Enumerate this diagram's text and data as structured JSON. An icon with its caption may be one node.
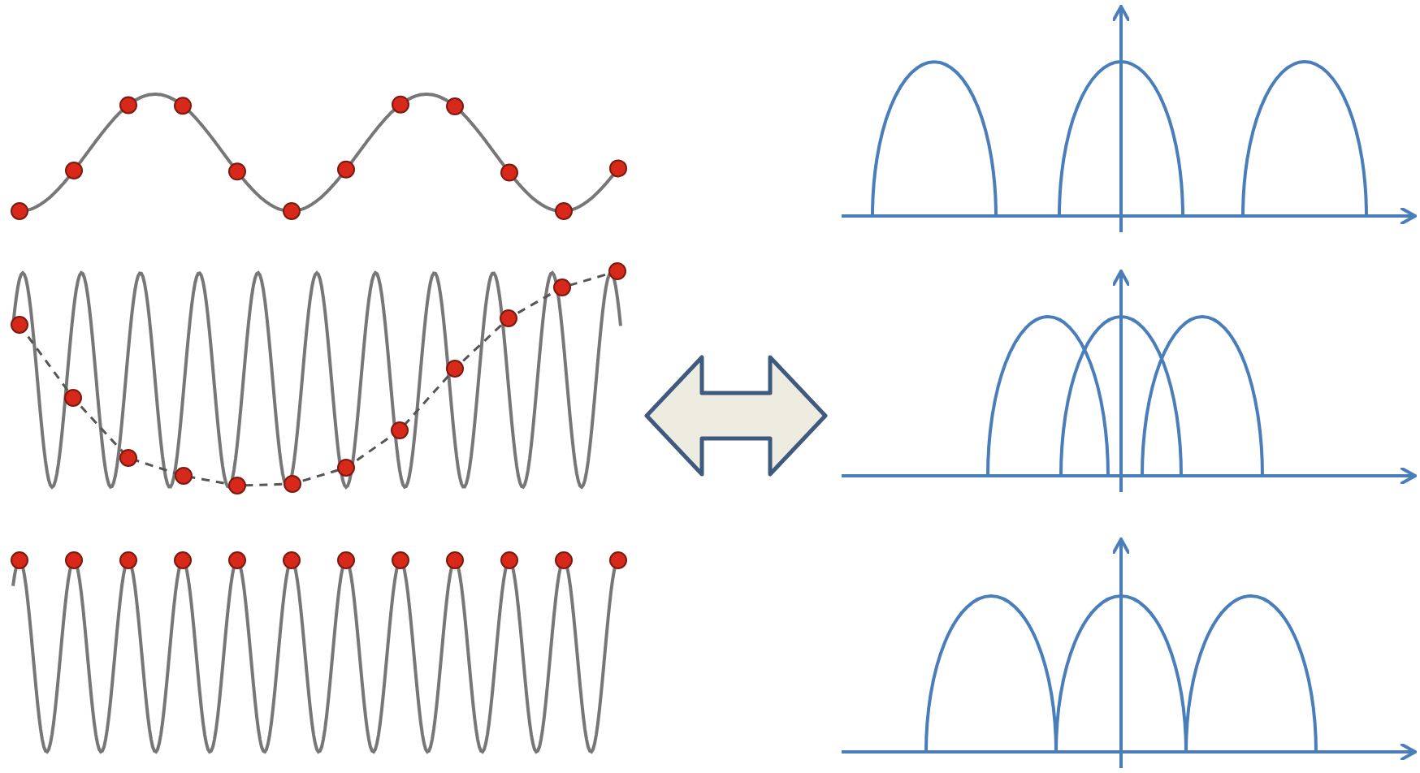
{
  "diagram": {
    "nodes": [
      {
        "text": [],
        "shape": "picture"
      },
      {
        "text": [],
        "shape": "picture"
      }
    ],
    "edges": [
      {
        "from": 0,
        "to": 1,
        "arrow": "both"
      }
    ]
  }
}
